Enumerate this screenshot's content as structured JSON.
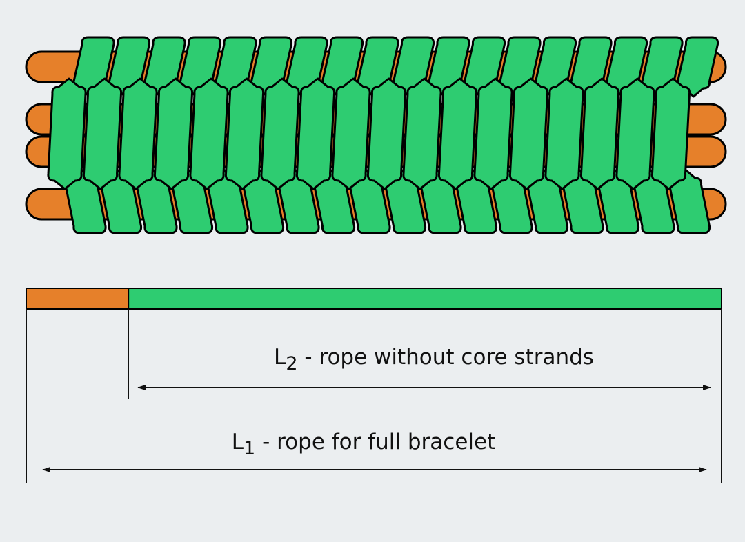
{
  "colors": {
    "background": "#ebeef0",
    "core_strand": "#e6802a",
    "braid": "#2ecc71",
    "outline": "#000000"
  },
  "diagram": {
    "bar": {
      "core_fraction": 0.147
    },
    "measurements": [
      {
        "id": "L2",
        "letter": "L",
        "subscript": "2",
        "text": " - rope without core strands"
      },
      {
        "id": "L1",
        "letter": "L",
        "subscript": "1",
        "text": " - rope for full bracelet"
      }
    ]
  }
}
